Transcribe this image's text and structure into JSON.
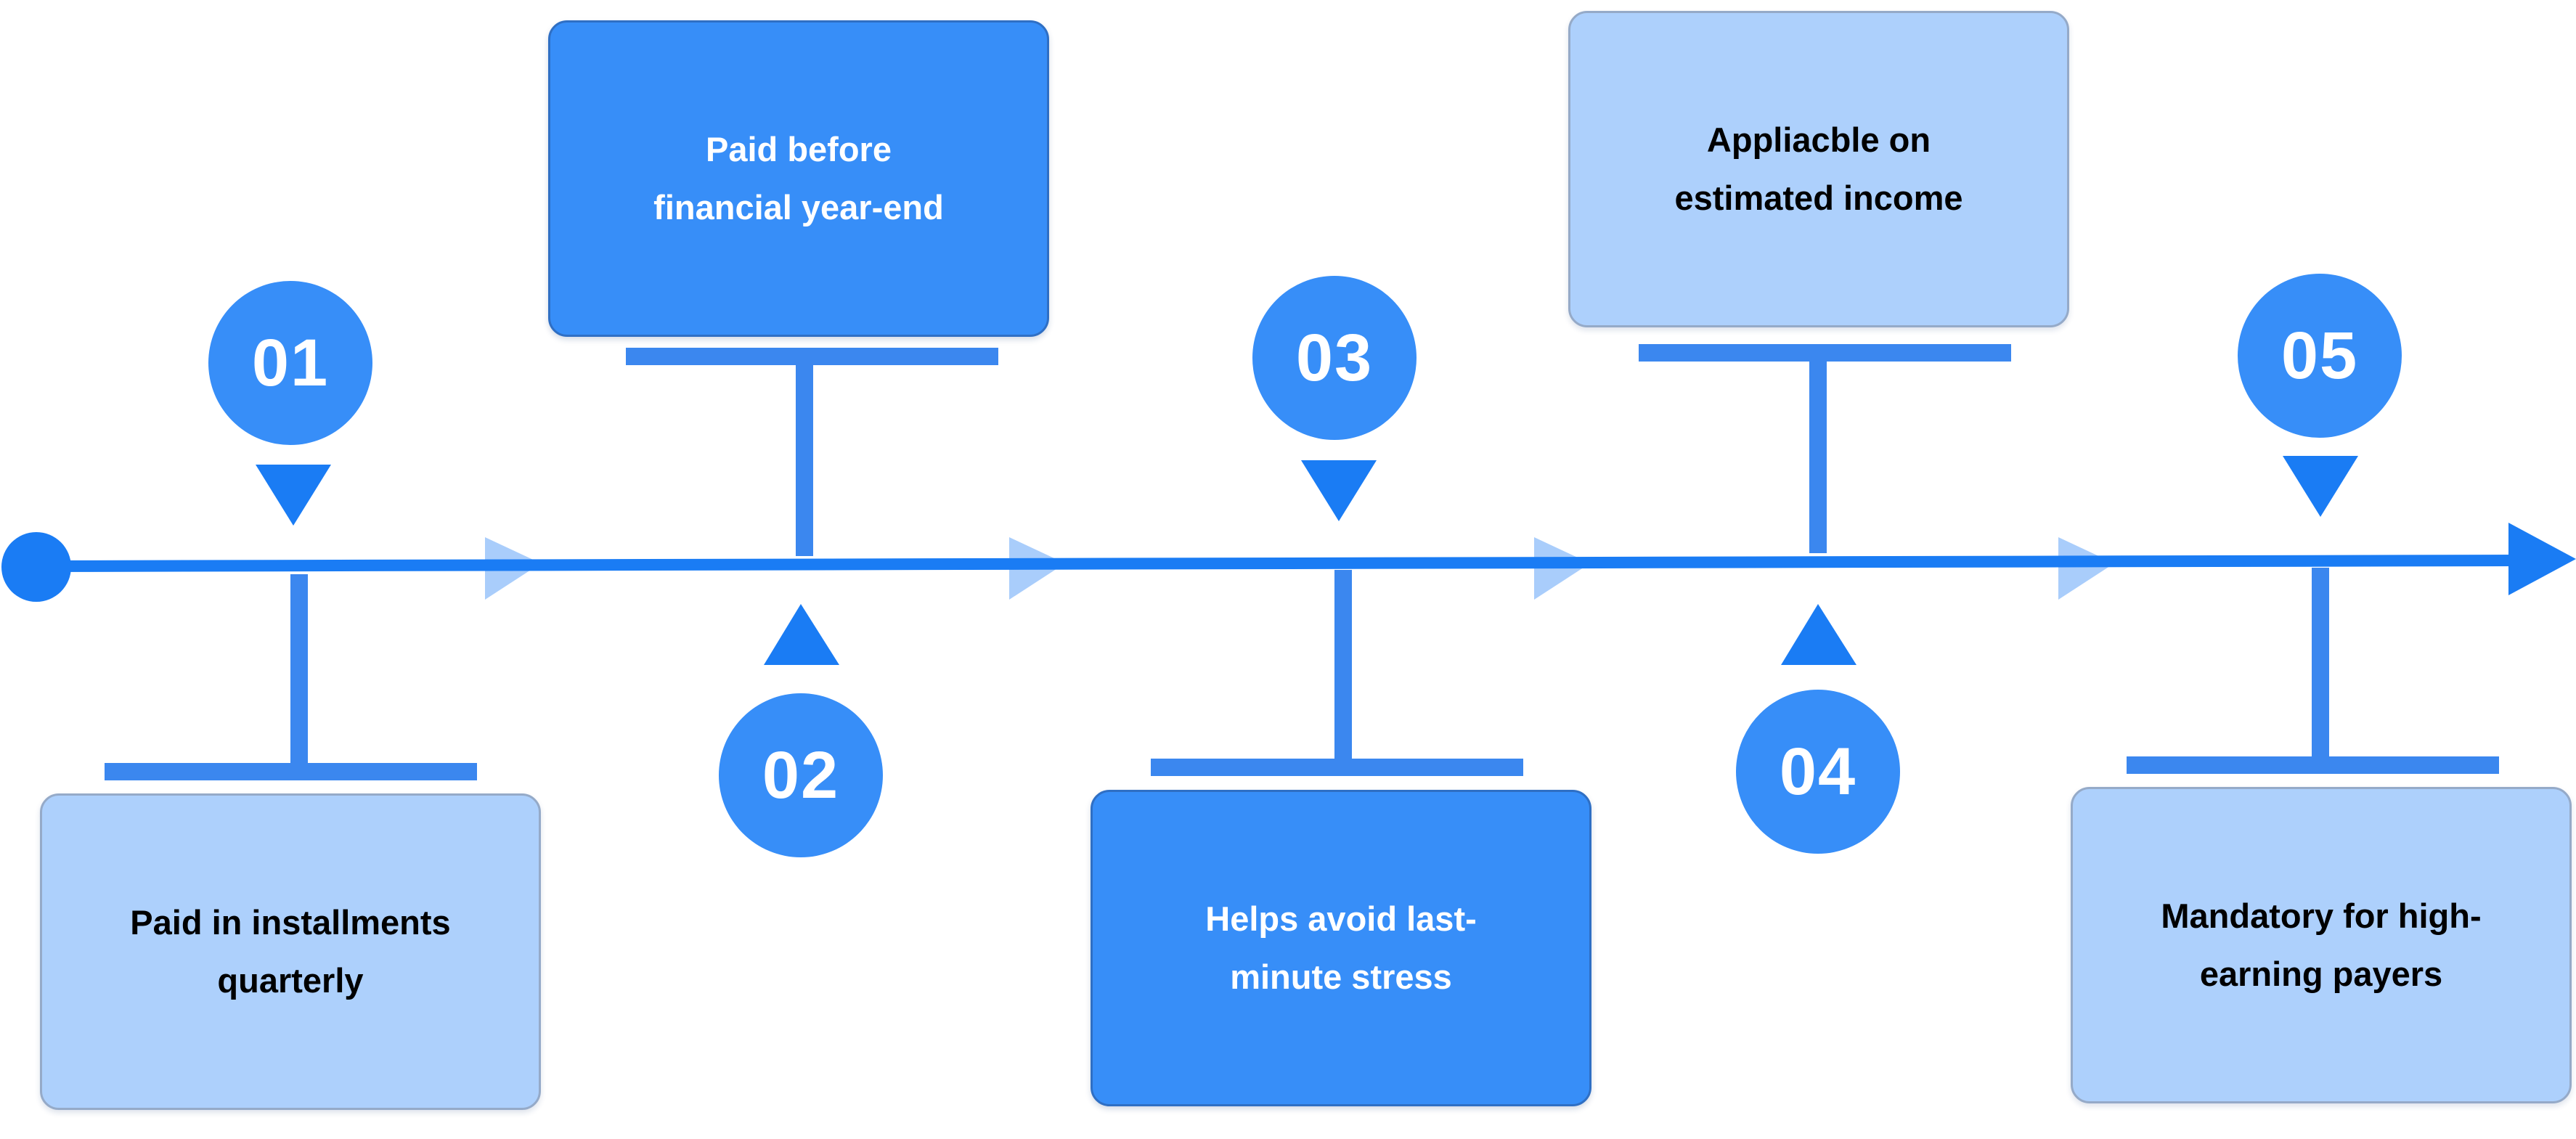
{
  "colors": {
    "axis": "#1a7cf4",
    "connector": "#3b87ef",
    "chevron": "#a9cdfb",
    "card_dark": "#378ef8",
    "card_light": "#add0fc",
    "badge": "#378ef8"
  },
  "steps": [
    {
      "number": "01",
      "text": "Paid in installments\nquarterly",
      "style": "light"
    },
    {
      "number": "02",
      "text": "Paid before\nfinancial year-end",
      "style": "dark"
    },
    {
      "number": "03",
      "text": "Helps avoid last-\nminute stress",
      "style": "dark"
    },
    {
      "number": "04",
      "text": "Appliacble on\nestimated income",
      "style": "light"
    },
    {
      "number": "05",
      "text": "Mandatory for high-\nearning payers",
      "style": "light"
    }
  ]
}
